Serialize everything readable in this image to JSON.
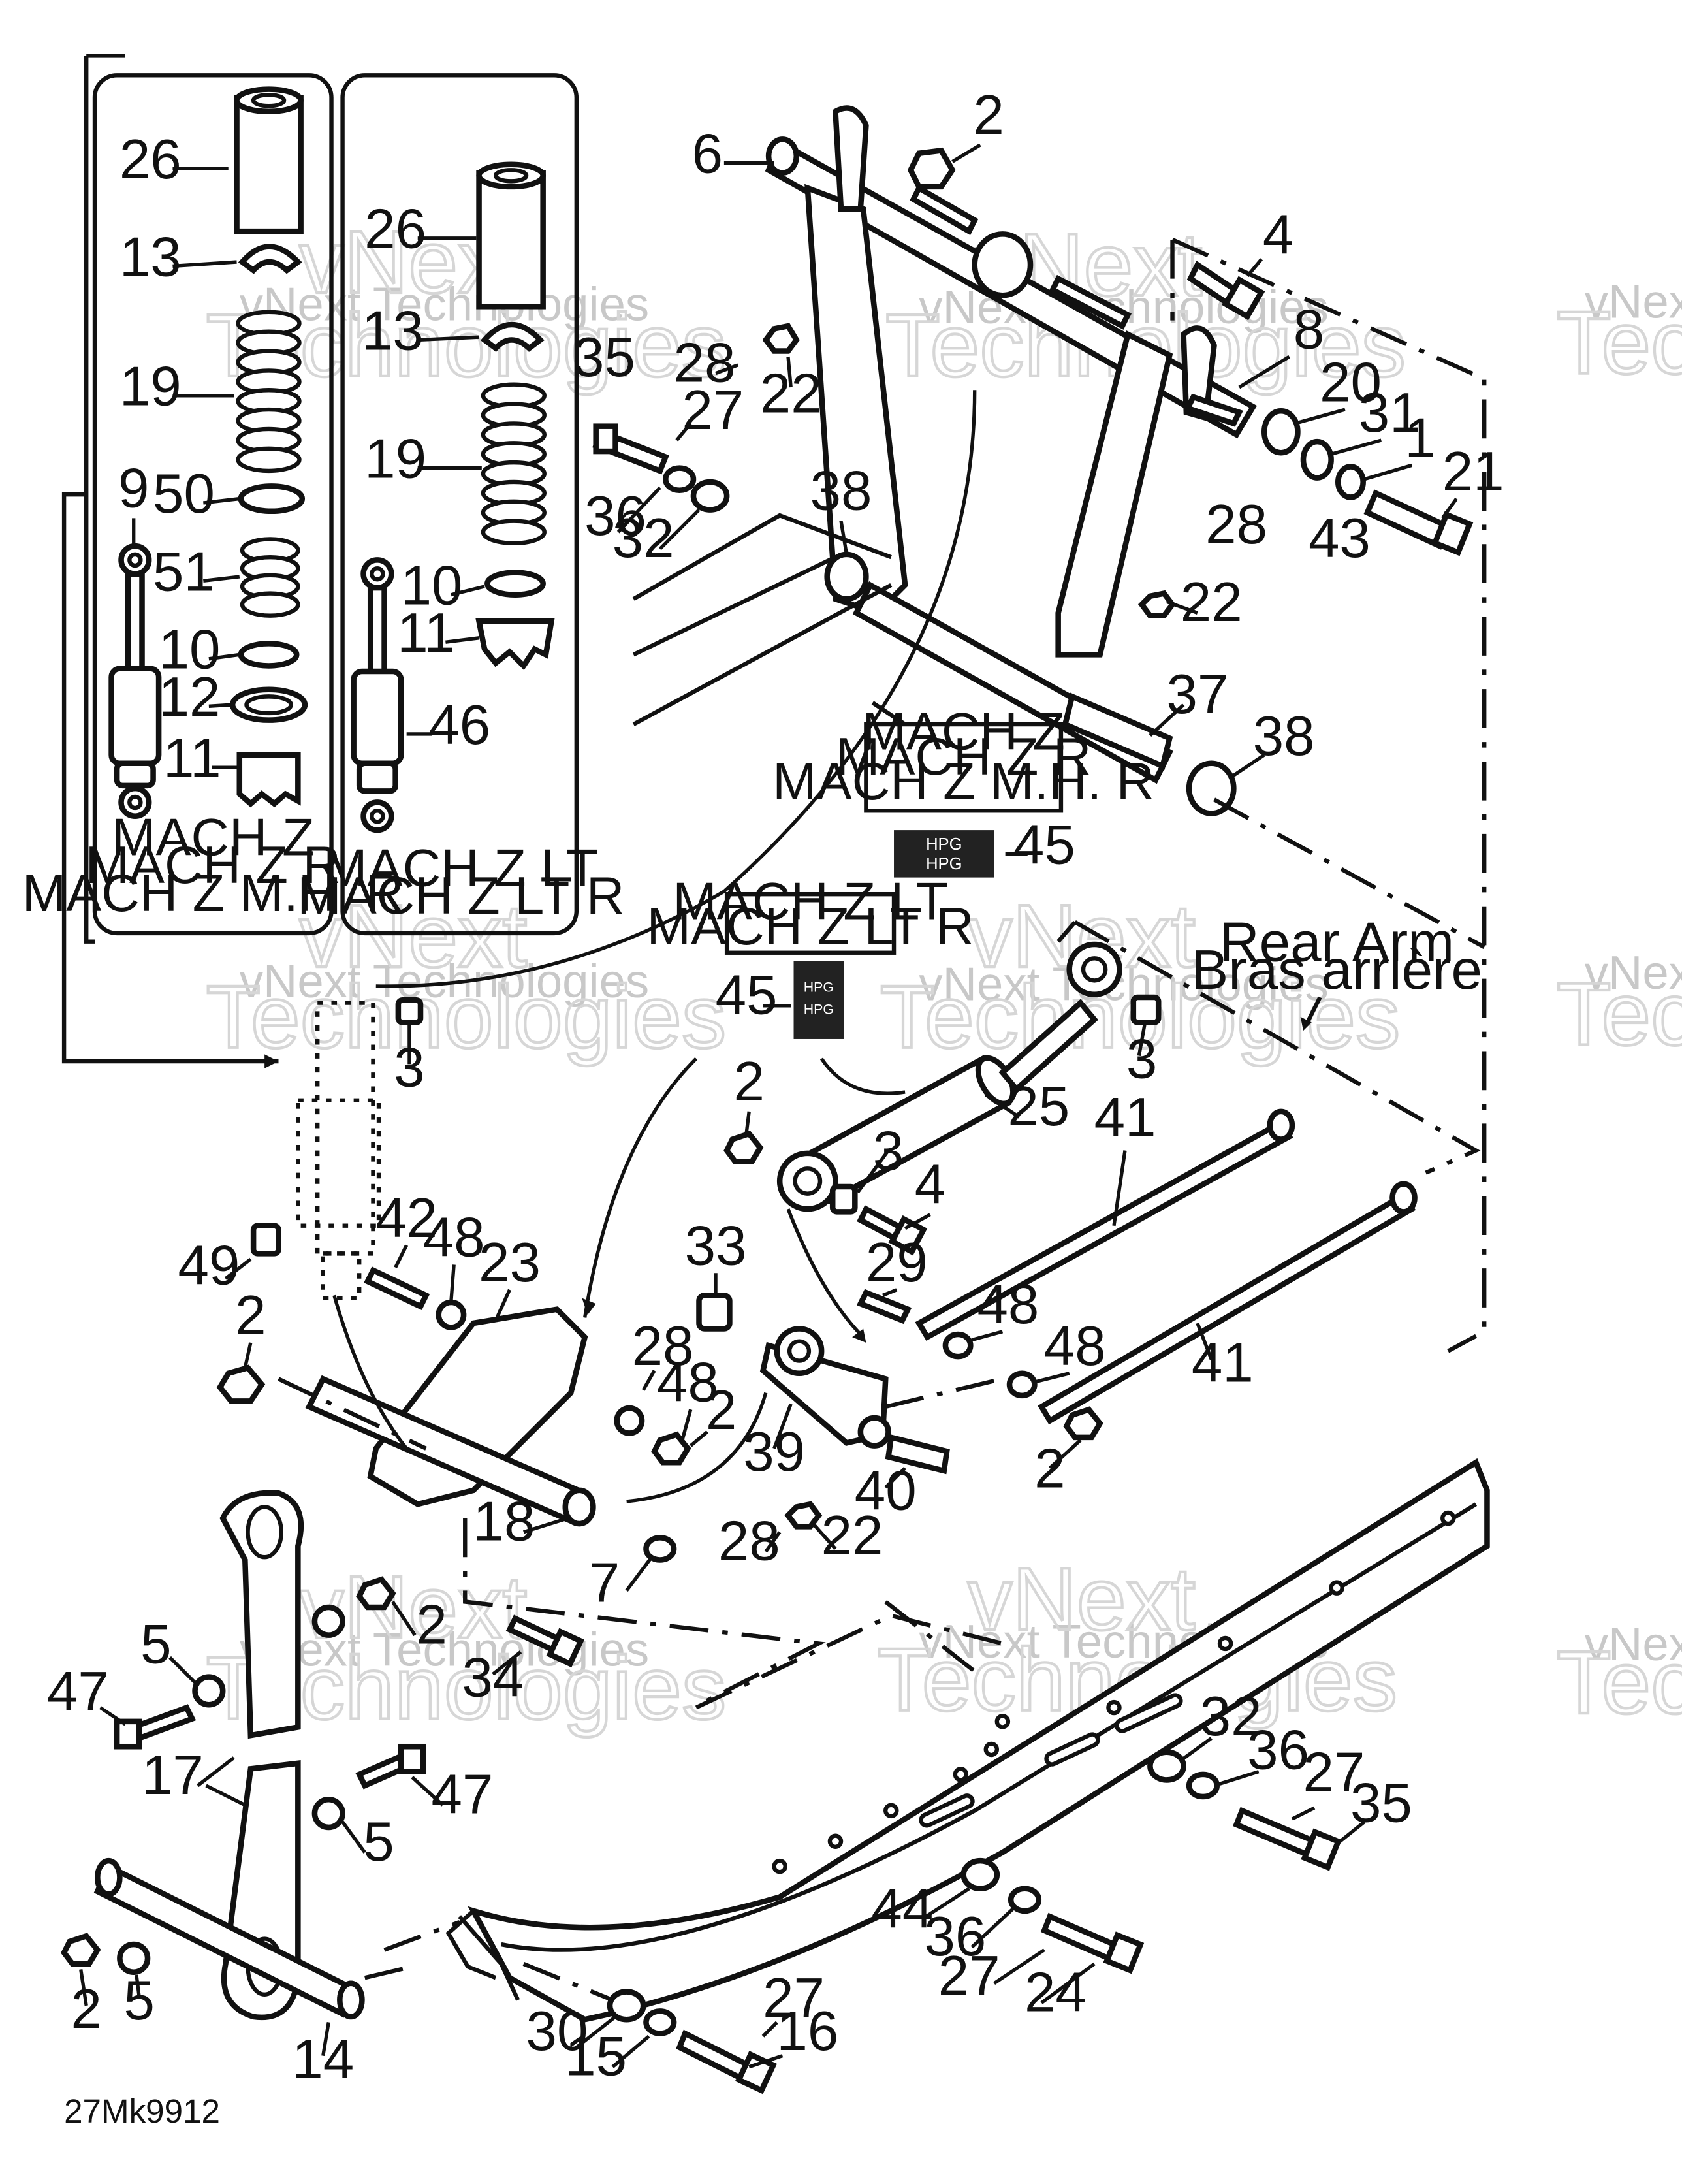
{
  "diagram": {
    "drawing_code": "27Mk9912",
    "inset_left": [
      "MACH Z",
      "MACH Z R",
      "MACH Z M.H. R"
    ],
    "inset_right": [
      "MACH Z LT",
      "MACH Z LT R"
    ],
    "decal_box_upper": [
      "MACH Z",
      "MACH Z R",
      "MACH Z M.H. R"
    ],
    "decal_box_lower": [
      "MACH Z LT",
      "MACH Z LT R"
    ],
    "rear_arm": [
      "Rear Arm",
      "Bras arrière"
    ],
    "decal_text": "HPG",
    "watermark": [
      "vNext Technologies",
      "Technologies",
      "vNext",
      "vNext Tec",
      "Techno"
    ],
    "callouts": [
      {
        "id": "c26a",
        "text": "26"
      },
      {
        "id": "c13a",
        "text": "13"
      },
      {
        "id": "c19a",
        "text": "19"
      },
      {
        "id": "c9",
        "text": "9"
      },
      {
        "id": "c50",
        "text": "50"
      },
      {
        "id": "c51",
        "text": "51"
      },
      {
        "id": "c10a",
        "text": "10"
      },
      {
        "id": "c12",
        "text": "12"
      },
      {
        "id": "c11a",
        "text": "11"
      },
      {
        "id": "c26b",
        "text": "26"
      },
      {
        "id": "c13b",
        "text": "13"
      },
      {
        "id": "c19b",
        "text": "19"
      },
      {
        "id": "c10b",
        "text": "10"
      },
      {
        "id": "c11b",
        "text": "11"
      },
      {
        "id": "c46",
        "text": "46"
      },
      {
        "id": "c6",
        "text": "6"
      },
      {
        "id": "c2a",
        "text": "2"
      },
      {
        "id": "c4a",
        "text": "4"
      },
      {
        "id": "c8",
        "text": "8"
      },
      {
        "id": "c28a",
        "text": "28"
      },
      {
        "id": "c22a",
        "text": "22"
      },
      {
        "id": "c35a",
        "text": "35"
      },
      {
        "id": "c27a",
        "text": "27"
      },
      {
        "id": "c36a",
        "text": "36"
      },
      {
        "id": "c32a",
        "text": "32"
      },
      {
        "id": "c38a",
        "text": "38"
      },
      {
        "id": "c20",
        "text": "20"
      },
      {
        "id": "c31",
        "text": "31"
      },
      {
        "id": "c1",
        "text": "1"
      },
      {
        "id": "c21",
        "text": "21"
      },
      {
        "id": "c43",
        "text": "43"
      },
      {
        "id": "c28b",
        "text": "28"
      },
      {
        "id": "c22b",
        "text": "22"
      },
      {
        "id": "c37",
        "text": "37"
      },
      {
        "id": "c38b",
        "text": "38"
      },
      {
        "id": "c45a",
        "text": "45"
      },
      {
        "id": "c45b",
        "text": "45"
      },
      {
        "id": "c3a",
        "text": "3"
      },
      {
        "id": "c3b",
        "text": "3"
      },
      {
        "id": "c25",
        "text": "25"
      },
      {
        "id": "c2b",
        "text": "2"
      },
      {
        "id": "c3c",
        "text": "3"
      },
      {
        "id": "c4b",
        "text": "4"
      },
      {
        "id": "c41a",
        "text": "41"
      },
      {
        "id": "c41b",
        "text": "41"
      },
      {
        "id": "c42",
        "text": "42"
      },
      {
        "id": "c48a",
        "text": "48"
      },
      {
        "id": "c23",
        "text": "23"
      },
      {
        "id": "c49",
        "text": "49"
      },
      {
        "id": "c2c",
        "text": "2"
      },
      {
        "id": "c28c",
        "text": "28"
      },
      {
        "id": "c48b",
        "text": "48"
      },
      {
        "id": "c2d",
        "text": "2"
      },
      {
        "id": "c33",
        "text": "33"
      },
      {
        "id": "c29",
        "text": "29"
      },
      {
        "id": "c48c",
        "text": "48"
      },
      {
        "id": "c48d",
        "text": "48"
      },
      {
        "id": "c39",
        "text": "39"
      },
      {
        "id": "c40",
        "text": "40"
      },
      {
        "id": "c2e",
        "text": "2"
      },
      {
        "id": "c18",
        "text": "18"
      },
      {
        "id": "c7",
        "text": "7"
      },
      {
        "id": "c28d",
        "text": "28"
      },
      {
        "id": "c22c",
        "text": "22"
      },
      {
        "id": "c34",
        "text": "34"
      },
      {
        "id": "c5a",
        "text": "5"
      },
      {
        "id": "c2f",
        "text": "2"
      },
      {
        "id": "c47a",
        "text": "47"
      },
      {
        "id": "c17",
        "text": "17"
      },
      {
        "id": "c47b",
        "text": "47"
      },
      {
        "id": "c5b",
        "text": "5"
      },
      {
        "id": "c2g",
        "text": "2"
      },
      {
        "id": "c5c",
        "text": "5"
      },
      {
        "id": "c14",
        "text": "14"
      },
      {
        "id": "c32b",
        "text": "32"
      },
      {
        "id": "c36b",
        "text": "36"
      },
      {
        "id": "c27b",
        "text": "27"
      },
      {
        "id": "c35b",
        "text": "35"
      },
      {
        "id": "c44",
        "text": "44"
      },
      {
        "id": "c36c",
        "text": "36"
      },
      {
        "id": "c27c",
        "text": "27"
      },
      {
        "id": "c24",
        "text": "24"
      },
      {
        "id": "c27d",
        "text": "27"
      },
      {
        "id": "c30",
        "text": "30"
      },
      {
        "id": "c16",
        "text": "16"
      },
      {
        "id": "c15",
        "text": "15"
      }
    ]
  }
}
